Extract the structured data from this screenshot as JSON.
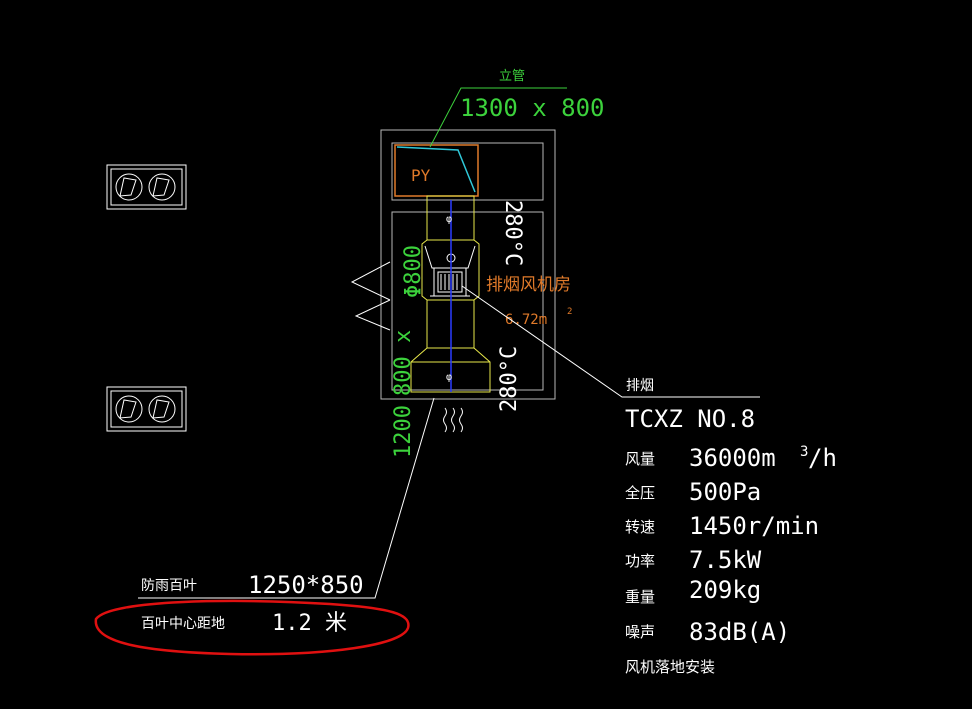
{
  "drawing": {
    "riser": {
      "label": "立管",
      "size": "1300 x 800"
    },
    "py_label": "PY",
    "room": {
      "name": "排烟风机房",
      "area": "6.72m",
      "area_unit_sup": "2"
    },
    "temp_upper": "280°C",
    "temp_lower": "280°C",
    "dia_label": "Φ800",
    "duct_left": "800 x",
    "duct_bottom": "1200"
  },
  "fan_spec": {
    "leader": "排烟",
    "model": "TCXZ NO.8",
    "rows": [
      {
        "key": "风量",
        "value": "36000m",
        "sup": "3",
        "suffix": "/h"
      },
      {
        "key": "全压",
        "value": "500Pa"
      },
      {
        "key": "转速",
        "value": "1450r/min"
      },
      {
        "key": "功率",
        "value": "7.5kW"
      },
      {
        "key": "重量",
        "value": "209kg"
      },
      {
        "key": "噪声",
        "value": "83dB(A)"
      }
    ],
    "note": "风机落地安装"
  },
  "louver": {
    "label": "防雨百叶",
    "size": "1250*850",
    "height_label": "百叶中心距地",
    "height_value": "1.2 米"
  },
  "colors": {
    "background": "#000000",
    "line_white": "#ffffff",
    "line_gray": "#b8b8b8",
    "duct_yellow": "#e8e84a",
    "dim_green": "#3cd23c",
    "orange": "#e07a2a",
    "cyan": "#30c8d8",
    "center_blue": "#2a3cff",
    "highlight_red": "#e01010"
  }
}
